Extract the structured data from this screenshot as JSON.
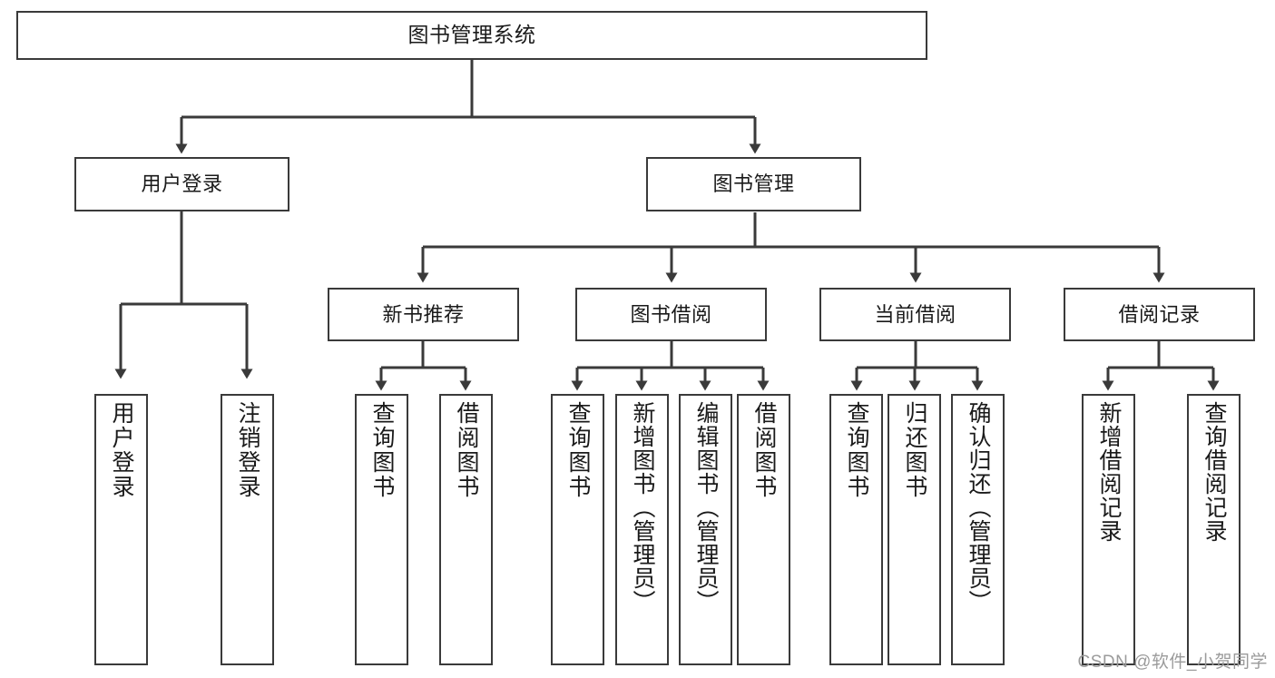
{
  "diagram": {
    "title": "图书管理系统",
    "type": "tree-hierarchy",
    "watermark": "CSDN @软件_小贺同学",
    "colors": {
      "stroke": "#3a3a3a",
      "fill": "#ffffff",
      "text": "#1a1a1a",
      "watermark": "#9b9b9b"
    },
    "levels": {
      "level0": {
        "label": "图书管理系统"
      },
      "level1": [
        {
          "label": "用户登录"
        },
        {
          "label": "图书管理"
        }
      ],
      "level2": [
        {
          "label": "新书推荐"
        },
        {
          "label": "图书借阅"
        },
        {
          "label": "当前借阅"
        },
        {
          "label": "借阅记录"
        }
      ],
      "level3": {
        "user_login": [
          {
            "label": "用户登录"
          },
          {
            "label": "注销登录"
          }
        ],
        "new_book_recommend": [
          {
            "label": "查询图书"
          },
          {
            "label": "借阅图书"
          }
        ],
        "book_borrow": [
          {
            "label": "查询图书"
          },
          {
            "label": "新增图书（管理员）"
          },
          {
            "label": "编辑图书（管理员）"
          },
          {
            "label": "借阅图书"
          }
        ],
        "current_borrow": [
          {
            "label": "查询图书"
          },
          {
            "label": "归还图书"
          },
          {
            "label": "确认归还（管理员）"
          }
        ],
        "borrow_record": [
          {
            "label": "新增借阅记录"
          },
          {
            "label": "查询借阅记录"
          }
        ]
      }
    }
  }
}
